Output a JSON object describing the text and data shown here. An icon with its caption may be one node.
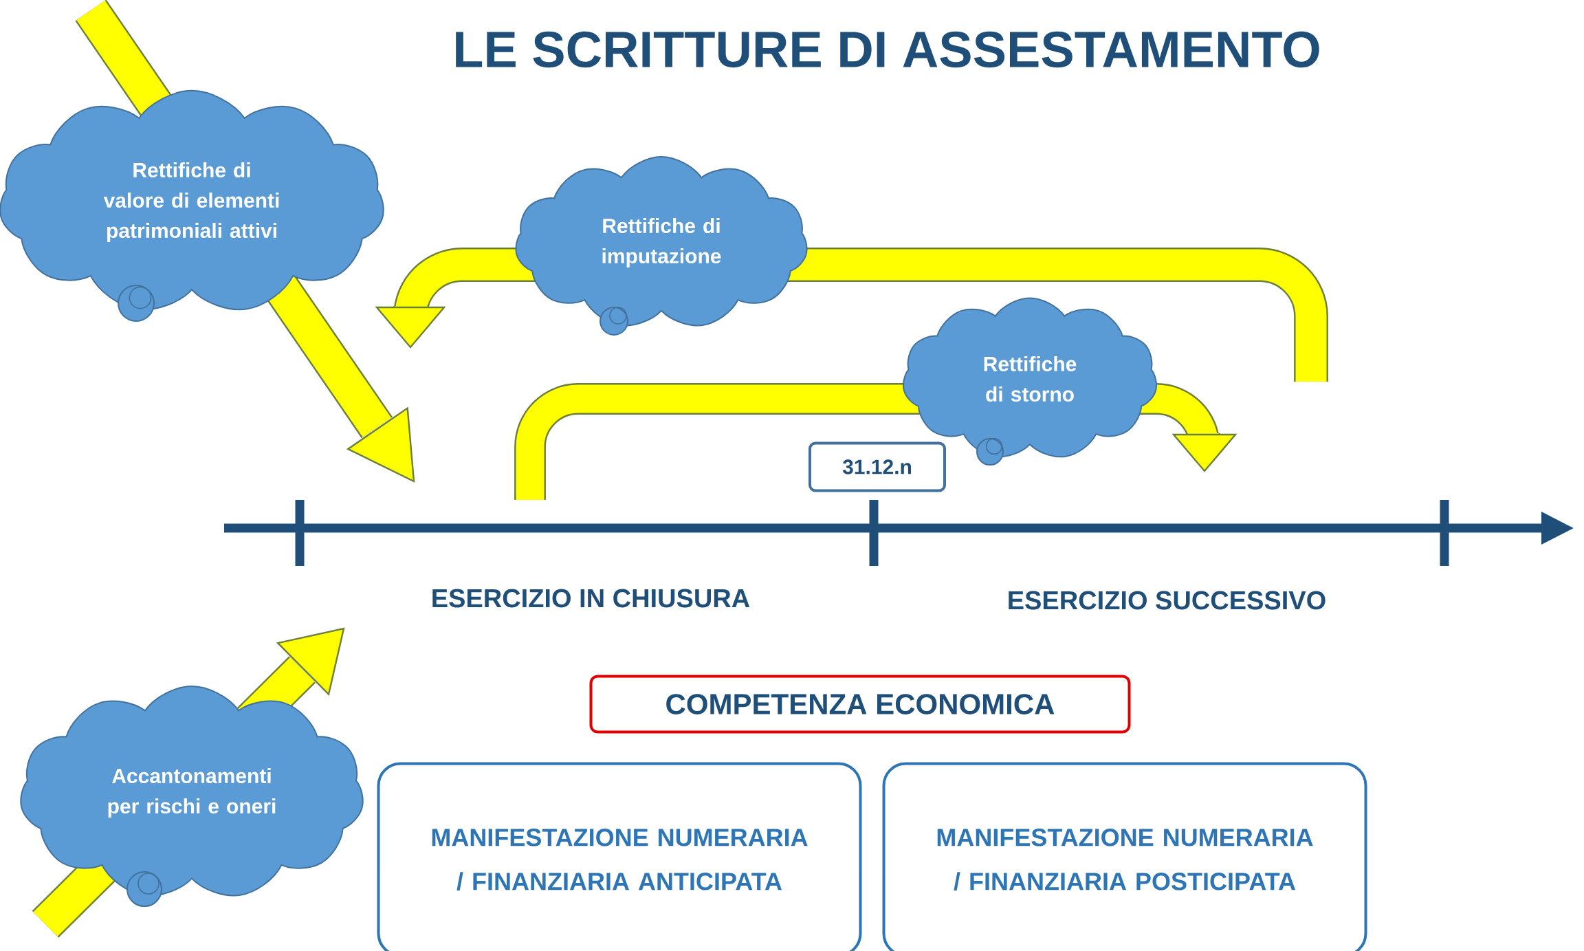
{
  "diagram": {
    "title": "LE SCRITTURE DI ASSESTAMENTO",
    "nodes": [
      {
        "text": [
          "Rettifiche di valore di elementi patrimoniali attivi"
        ]
      },
      {
        "text": [
          "Rettifiche di imputazione"
        ]
      },
      {
        "text": [
          "Rettifiche di storno"
        ]
      },
      {
        "text": [
          "31.12.n"
        ]
      },
      {
        "text": [
          "Accantonamenti per rischi e oneri"
        ]
      },
      {
        "text": [
          "COMPETENZA ECONOMICA"
        ]
      },
      {
        "text": [
          "MANIFESTAZIONE NUMERARIA / FINANZIARIA ANTICIPATA"
        ]
      },
      {
        "text": [
          "MANIFESTAZIONE NUMERARIA / FINANZIARIA POSTICIPATA"
        ]
      }
    ],
    "labels": [
      "ESERCIZIO IN CHIUSURA",
      "ESERCIZIO SUCCESSIVO"
    ]
  }
}
